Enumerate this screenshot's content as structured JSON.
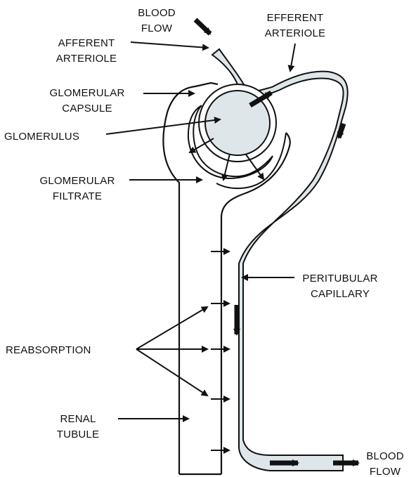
{
  "labels": {
    "blood_flow_in": [
      "BLOOD",
      "FLOW"
    ],
    "afferent_arteriole": [
      "AFFERENT",
      "ARTERIOLE"
    ],
    "efferent_arteriole": [
      "EFFERENT",
      "ARTERIOLE"
    ],
    "glomerular_capsule": [
      "GLOMERULAR",
      "CAPSULE"
    ],
    "glomerulus": [
      "GLOMERULUS"
    ],
    "glomerular_filtrate": [
      "GLOMERULAR",
      "FILTRATE"
    ],
    "peritubular_capillary": [
      "PERITUBULAR",
      "CAPILLARY"
    ],
    "reabsorption": [
      "REABSORPTION"
    ],
    "renal_tubule": [
      "RENAL",
      "TUBULE"
    ],
    "blood_flow_out": [
      "BLOOD",
      "FLOW"
    ]
  },
  "colors": {
    "vessel_fill": "#dfe6ea",
    "outline": "#111111",
    "capsule_fill": "#ffffff",
    "background": "#ffffff"
  }
}
